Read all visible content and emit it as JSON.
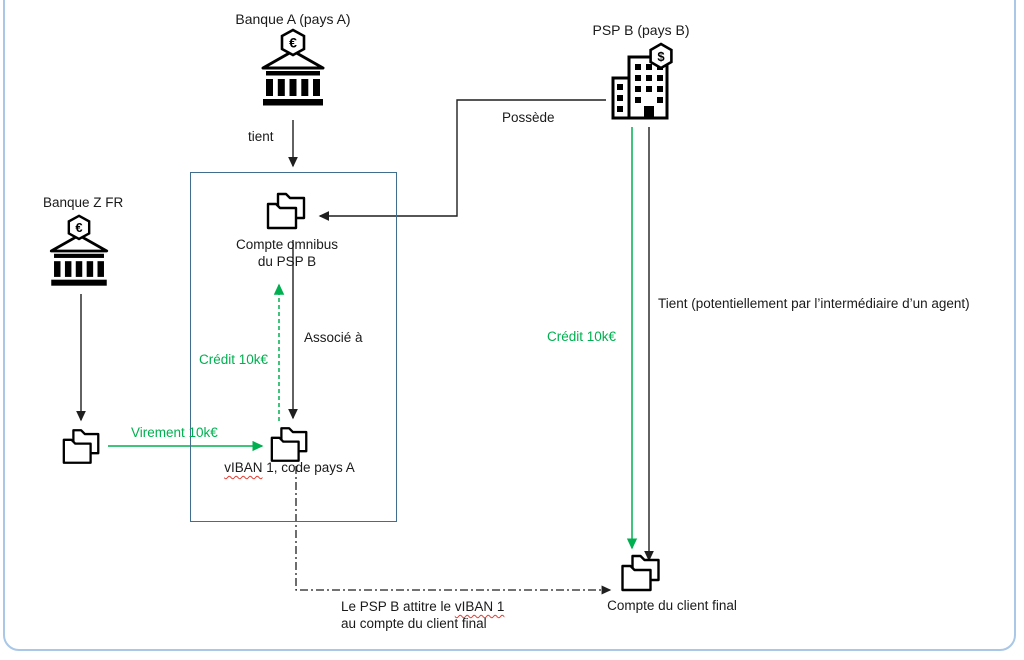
{
  "colors": {
    "green": "#00b050",
    "line": "#1f1f1f",
    "box_border": "#3f6e8e",
    "frame_border": "#a9c7e7",
    "squiggle": "#e03c31"
  },
  "nodes": {
    "banque_a": {
      "label": "Banque A (pays A)"
    },
    "psp_b": {
      "label": "PSP B (pays B)"
    },
    "banque_z": {
      "label": "Banque Z FR"
    },
    "compte_omnibus": {
      "line1": "Compte omnibus",
      "line2": "du PSP B"
    },
    "viban": {
      "word": "vIBAN",
      "rest": " 1, code pays A"
    },
    "client": {
      "label": "Compte du client final"
    }
  },
  "labels": {
    "tient": "tient",
    "possede": "Possède",
    "associe": "Associé à",
    "credit_box": "Crédit 10k€",
    "virement": "Virement 10k€",
    "credit_right": "Crédit 10k€",
    "tient_agent": "Tient (potentiellement par l’intermédiaire d’un agent)",
    "note_pre": "Le PSP B attitre le ",
    "note_word": "vIBAN 1",
    "note_line2": "au compte du client final"
  },
  "icons": {
    "euro": "€",
    "dollar": "$"
  }
}
